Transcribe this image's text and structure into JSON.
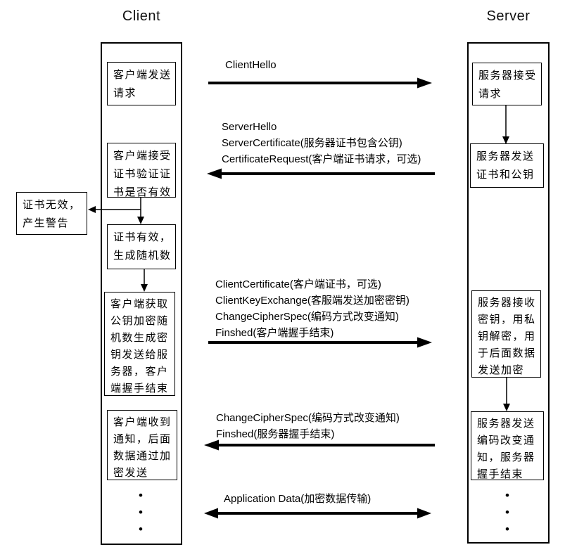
{
  "page": {
    "background": "#ffffff",
    "ink": "#000000"
  },
  "titles": {
    "client": "Client",
    "server": "Server"
  },
  "client_lane": {
    "boxes": [
      {
        "text": "客户端发送\n请求"
      },
      {
        "text": "客户端接受\n证书验证证\n书是否有效"
      },
      {
        "text": "证书有效，\n生成随机数"
      },
      {
        "text": "客户端获取\n公钥加密随\n机数生成密\n钥发送给服\n务器，客户\n端握手结束"
      },
      {
        "text": "客户端收到\n通知，后面\n数据通过加\n密发送"
      }
    ]
  },
  "warning_box": {
    "text": "证书无效，\n产生警告"
  },
  "server_lane": {
    "boxes": [
      {
        "text": "服务器接受\n请求"
      },
      {
        "text": "服务器发送\n证书和公钥"
      },
      {
        "text": "服务器接收\n密钥，用私\n钥解密，用\n于后面数据\n发送加密"
      },
      {
        "text": "服务器发送\n编码改变通\n知，服务器\n握手结束"
      }
    ]
  },
  "messages": [
    {
      "direction": "right",
      "labels": [
        "ClientHello"
      ]
    },
    {
      "direction": "left",
      "labels": [
        "ServerHello",
        "ServerCertificate(服务器证书包含公钥)",
        "CertificateRequest(客户端证书请求，可选)"
      ]
    },
    {
      "direction": "right",
      "labels": [
        "ClientCertificate(客户端证书，可选)",
        "ClientKeyExchange(客服端发送加密密钥)",
        "ChangeCipherSpec(编码方式改变通知)",
        "Finshed(客户端握手结束)"
      ]
    },
    {
      "direction": "left",
      "labels": [
        "ChangeCipherSpec(编码方式改变通知)",
        "Finshed(服务器握手结束)"
      ]
    },
    {
      "direction": "both",
      "labels": [
        "Application Data(加密数据传输)"
      ]
    }
  ],
  "ellipsis": {
    "dot": "•"
  }
}
